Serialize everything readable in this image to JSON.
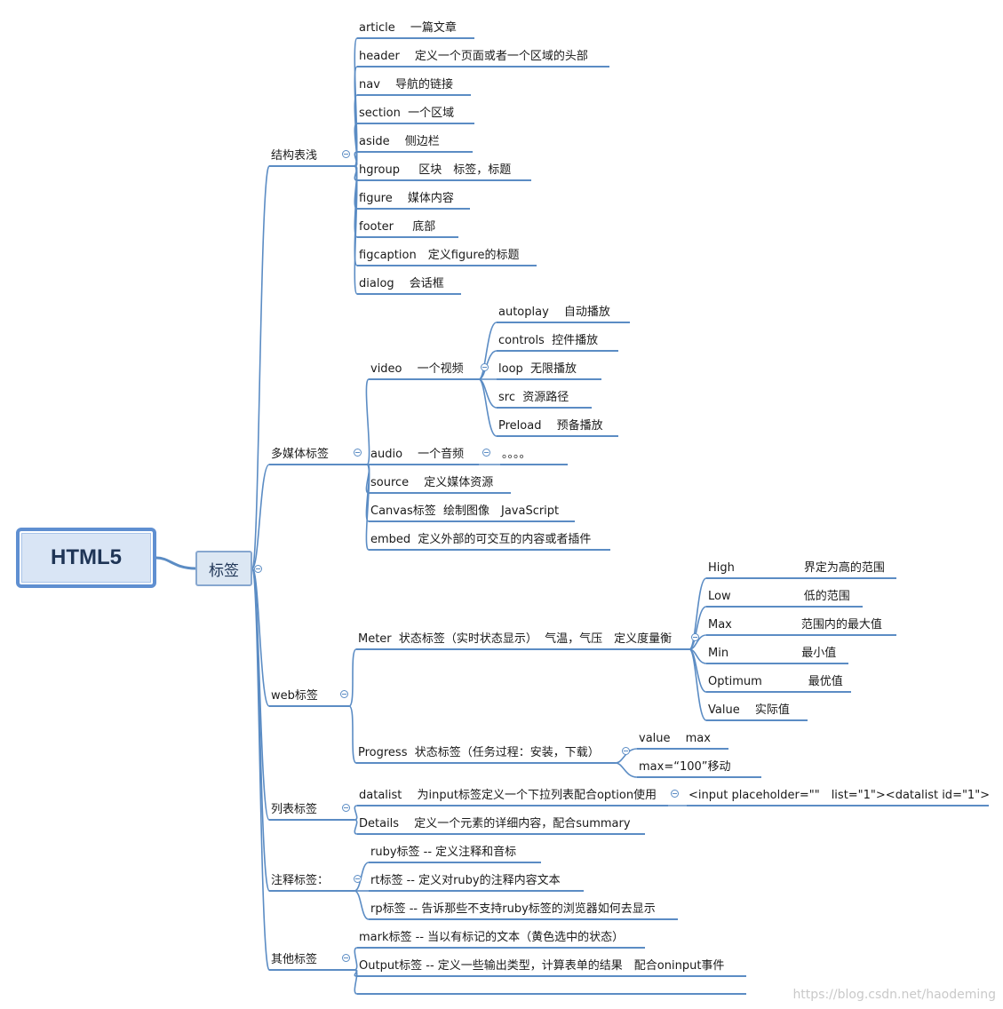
{
  "colors": {
    "accent": "#5b8cc4",
    "root_border": "#5f8fd1",
    "root_fill": "#d9e5f5",
    "main_fill": "#dce7f3"
  },
  "root": {
    "label": "HTML5"
  },
  "main": {
    "label": "标签"
  },
  "categories": [
    {
      "label": "结构表浅",
      "items": [
        {
          "label": "article　 一篇文章"
        },
        {
          "label": "header 　定义一个页面或者一个区域的头部"
        },
        {
          "label": "nav 　导航的链接"
        },
        {
          "label": "section  一个区域"
        },
        {
          "label": "aside 　侧边栏"
        },
        {
          "label": "hgroup 　 区块　标签，标题"
        },
        {
          "label": "figure 　媒体内容"
        },
        {
          "label": "footer  　底部"
        },
        {
          "label": "figcaption　定义figure的标题"
        },
        {
          "label": "dialog 　会话框"
        }
      ]
    },
    {
      "label": "多媒体标签",
      "items": [
        {
          "label": "video 　一个视频",
          "children": [
            {
              "label": "autoplay 　自动播放"
            },
            {
              "label": "controls  控件播放"
            },
            {
              "label": "loop  无限播放"
            },
            {
              "label": "src  资源路径"
            },
            {
              "label": "Preload 　预备播放"
            }
          ]
        },
        {
          "label": "audio 　一个音频",
          "children": [
            {
              "label": "。。。。"
            }
          ]
        },
        {
          "label": "source 　定义媒体资源"
        },
        {
          "label": "Canvas标签  绘制图像　JavaScript"
        },
        {
          "label": "embed  定义外部的可交互的内容或者插件"
        }
      ]
    },
    {
      "label": "web标签",
      "items": [
        {
          "label": "Meter  状态标签（实时状态显示）  气温，气压　定义度量衡",
          "children": [
            {
              "label": "High　　　　　　界定为高的范围"
            },
            {
              "label": "Low　　　　　　 低的范围"
            },
            {
              "label": "Max　　　　　　范围内的最大值"
            },
            {
              "label": "Min　　　　　　 最小值"
            },
            {
              "label": "Optimum　　　　最优值"
            },
            {
              "label": "Value 　实际值"
            }
          ]
        },
        {
          "label": "Progress  状态标签（任务过程：安装，下载）",
          "children": [
            {
              "label": "value 　max"
            },
            {
              "label": "max=“100”移动"
            }
          ]
        }
      ]
    },
    {
      "label": "列表标签",
      "items": [
        {
          "label": "datalist 　为input标签定义一个下拉列表配合option使用",
          "children": [
            {
              "label": "<input placeholder=\"\"　list=\"1\"><datalist id=\"1\">"
            }
          ]
        },
        {
          "label": "Details 　定义一个元素的详细内容，配合summary"
        }
      ]
    },
    {
      "label": "注释标签：",
      "items": [
        {
          "label": "ruby标签 -- 定义注释和音标"
        },
        {
          "label": "rt标签 -- 定义对ruby的注释内容文本"
        },
        {
          "label": "rp标签 -- 告诉那些不支持ruby标签的浏览器如何去显示"
        }
      ]
    },
    {
      "label": "其他标签",
      "items": [
        {
          "label": "mark标签 -- 当以有标记的文本（黄色选中的状态）"
        },
        {
          "label": "Output标签 -- 定义一些输出类型，计算表单的结果　配合oninput事件"
        },
        {
          "label": ""
        }
      ]
    }
  ],
  "watermark": "https://blog.csdn.net/haodeming"
}
